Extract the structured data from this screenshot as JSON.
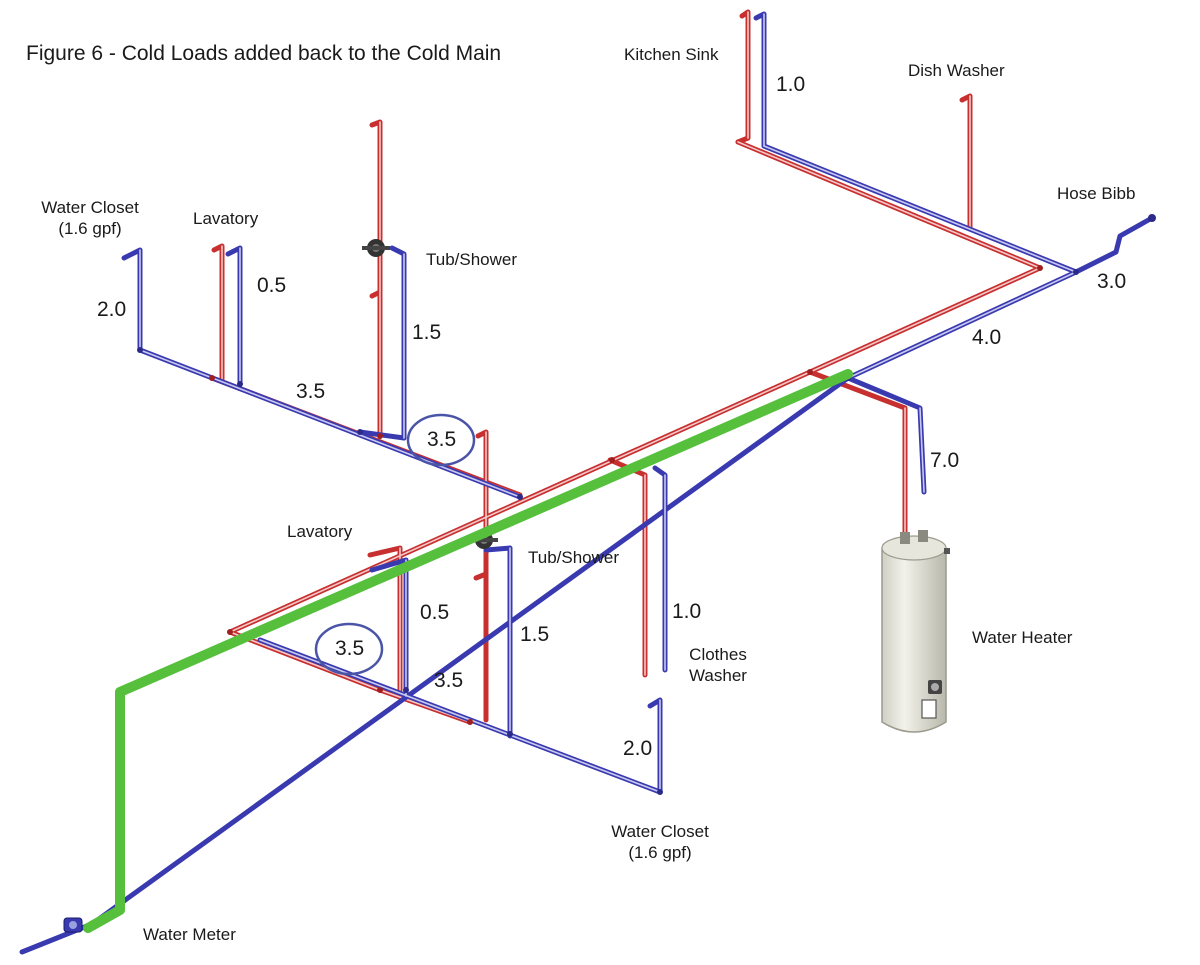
{
  "title": "Figure 6 - Cold Loads added back to the Cold Main",
  "fixtures": {
    "kitchen_sink": "Kitchen Sink",
    "dish_washer": "Dish Washer",
    "hose_bibb": "Hose Bibb",
    "water_closet_upper": "Water Closet",
    "water_closet_upper_gpf": "(1.6 gpf)",
    "lavatory_upper": "Lavatory",
    "tub_shower_upper": "Tub/Shower",
    "lavatory_lower": "Lavatory",
    "tub_shower_lower": "Tub/Shower",
    "clothes_washer_line1": "Clothes",
    "clothes_washer_line2": "Washer",
    "water_heater": "Water Heater",
    "water_closet_lower": "Water Closet",
    "water_closet_lower_gpf": "(1.6 gpf)",
    "water_meter": "Water Meter"
  },
  "loads": {
    "kitchen_sink": "1.0",
    "hose_bibb": "3.0",
    "main_upper": "4.0",
    "water_heater": "7.0",
    "water_closet_upper": "2.0",
    "lavatory_upper": "0.5",
    "tub_shower_upper": "1.5",
    "branch_upper": "3.5",
    "branch_upper_circled": "3.5",
    "lavatory_lower": "0.5",
    "tub_shower_lower": "1.5",
    "clothes_washer": "1.0",
    "branch_lower_circled": "3.5",
    "branch_lower": "3.5",
    "water_closet_lower": "2.0"
  },
  "colors": {
    "cold_pipe": "#3a3ab0",
    "cold_pipe_light": "#8a8ad8",
    "hot_pipe": "#c83030",
    "hot_pipe_light": "#e89090",
    "cold_main_highlight": "#56c03c",
    "circle_marker": "#4a55a8"
  }
}
